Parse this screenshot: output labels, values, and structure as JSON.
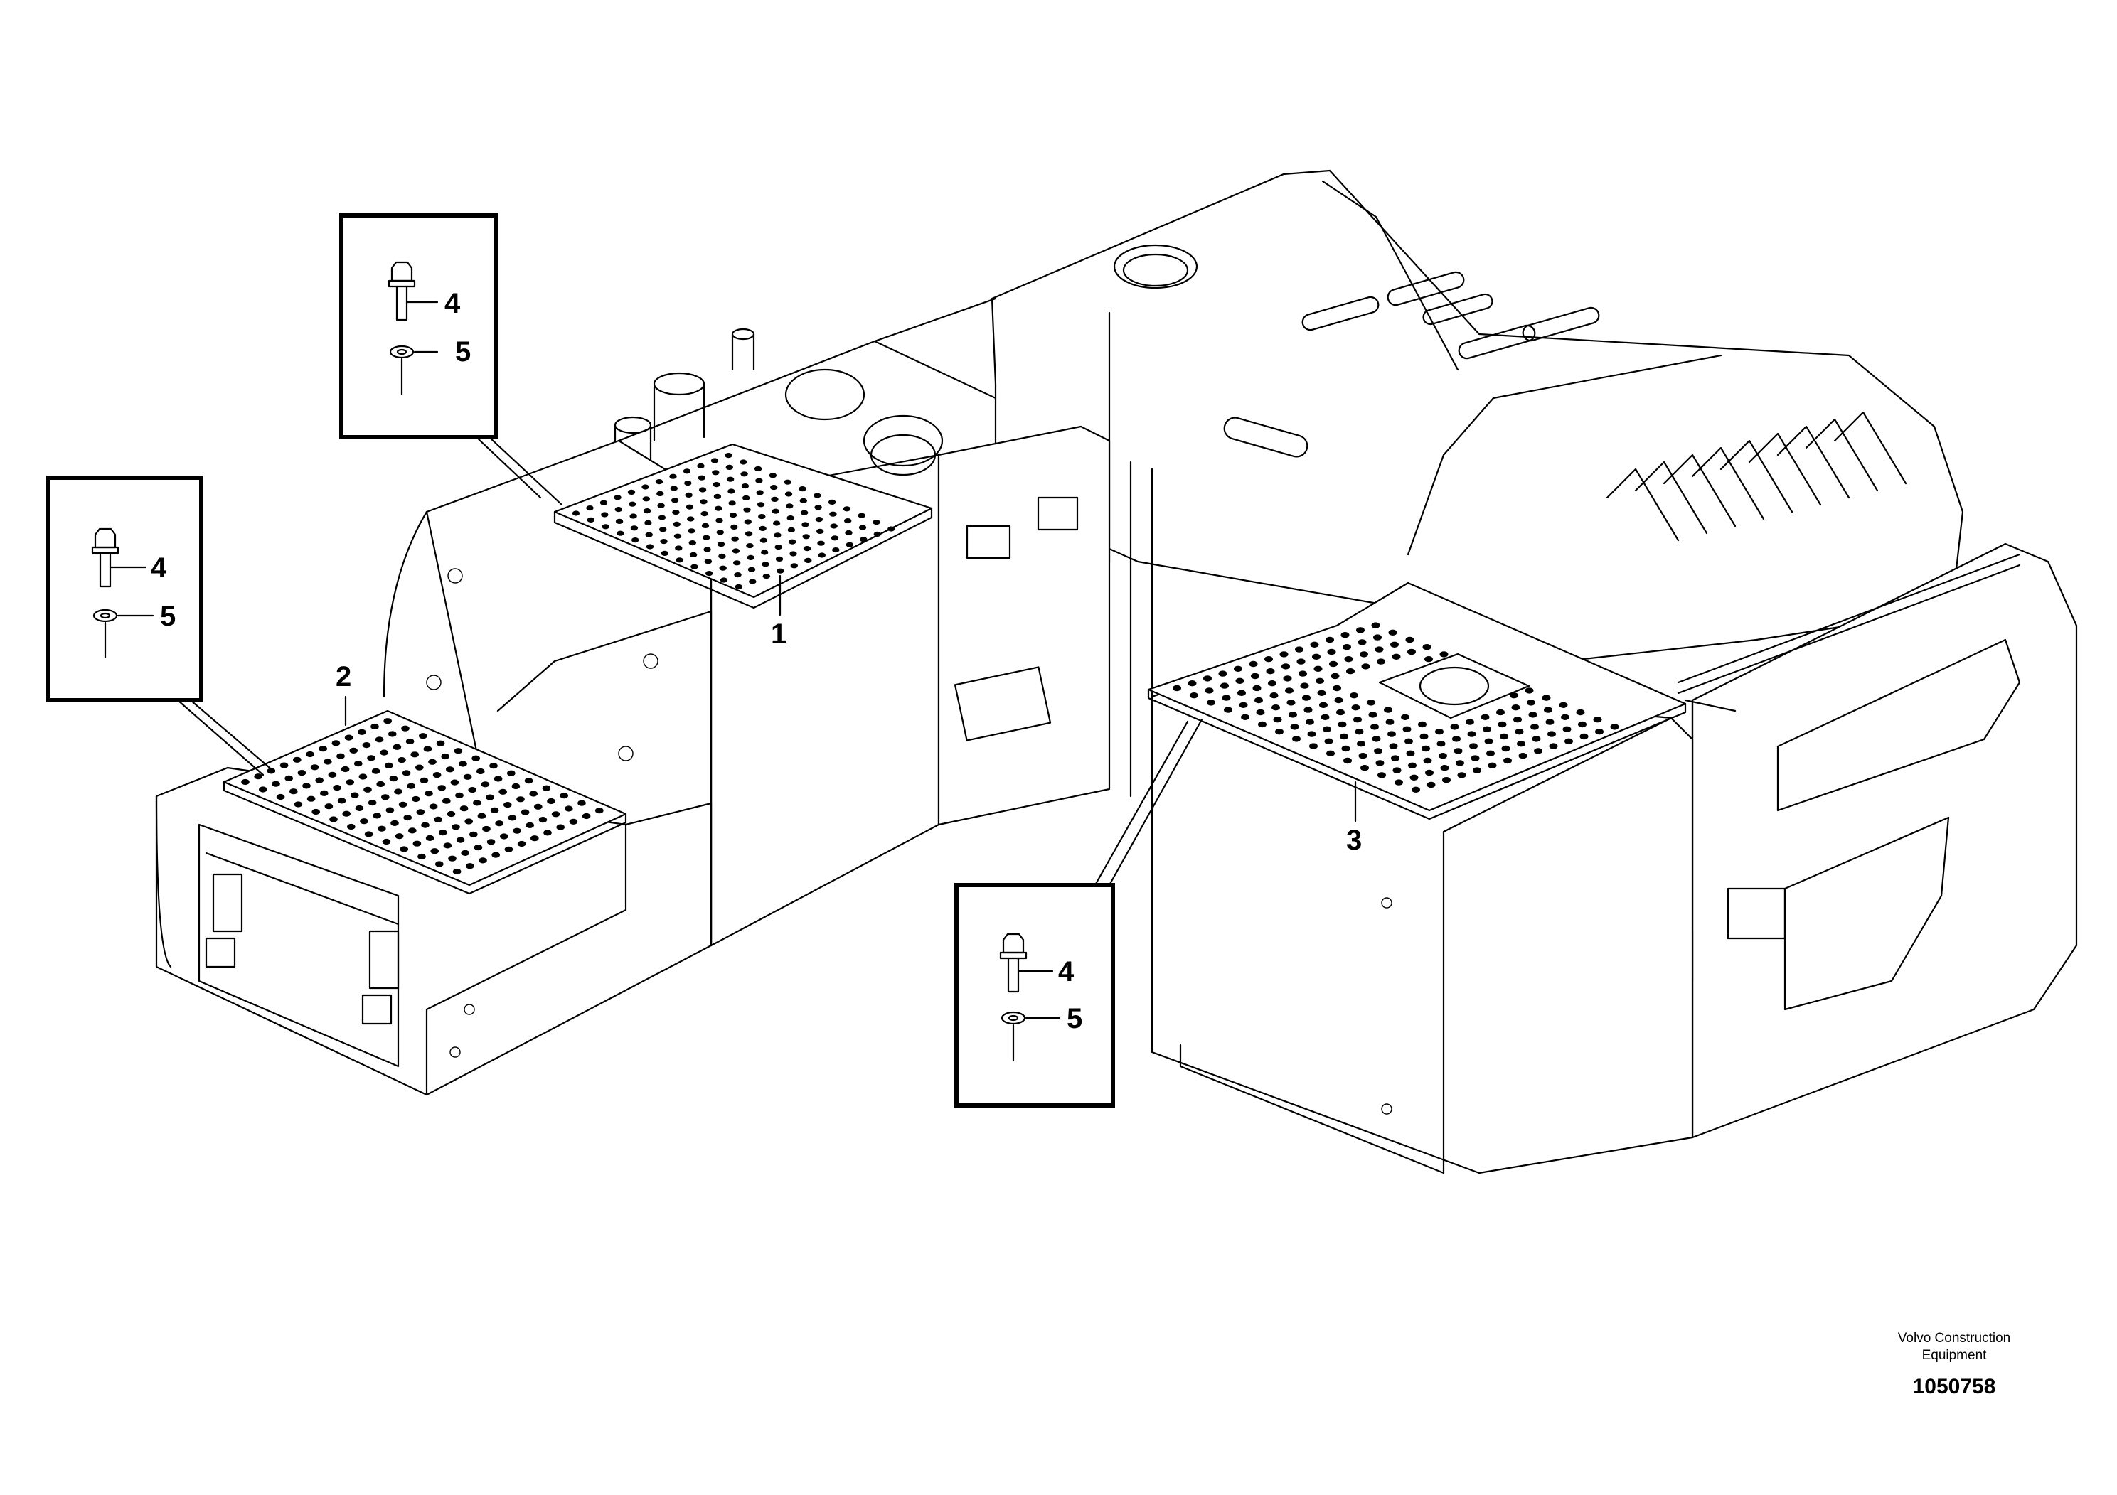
{
  "callouts": {
    "plate_1": "1",
    "plate_2": "2",
    "plate_3": "3",
    "detail_left": {
      "bolt": "4",
      "washer": "5"
    },
    "detail_top": {
      "bolt": "4",
      "washer": "5"
    },
    "detail_right": {
      "bolt": "4",
      "washer": "5"
    }
  },
  "footer": {
    "company_line1": "Volvo Construction",
    "company_line2": "Equipment",
    "drawing_number": "1050758"
  }
}
